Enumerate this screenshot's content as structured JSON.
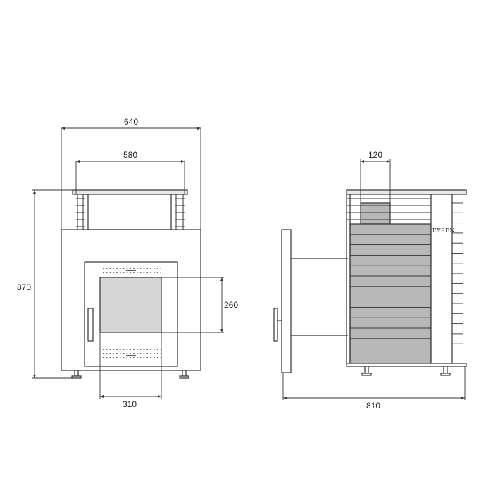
{
  "dimensions": {
    "front_width": "640",
    "front_inner_width": "580",
    "front_height": "870",
    "glass_height": "260",
    "door_width": "310",
    "side_top_width": "120",
    "side_depth": "810"
  },
  "brand": "EYSEN",
  "colors": {
    "line": "#333333",
    "glass": "#d6d6d6",
    "stone_fill": "#b8b8b8"
  }
}
